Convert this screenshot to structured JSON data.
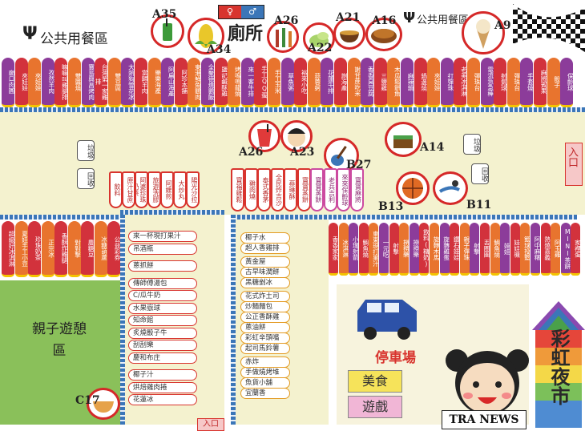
{
  "header": {
    "public_dining_left": "公共用餐區",
    "public_dining_right": "公共用餐區",
    "restroom": "廁所"
  },
  "codes": {
    "a35": "A35",
    "a34": "A34",
    "a26_top": "A26",
    "a22": "A22",
    "a21": "A21",
    "a16": "A16",
    "a9": "A9",
    "a26_mid": "A26",
    "a23": "A23",
    "b27": "B27",
    "a14": "A14",
    "b13": "B13",
    "b11": "B11",
    "c17": "C17"
  },
  "entrances": {
    "right": "入口",
    "bottom": "入口"
  },
  "bins": [
    {
      "id": "bin-left-trash",
      "label": "垃圾"
    },
    {
      "id": "bin-left-recycle",
      "label": "回收"
    },
    {
      "id": "bin-right-trash",
      "label": "垃圾"
    },
    {
      "id": "bin-right-recycle",
      "label": "回收"
    }
  ],
  "top_row": [
    "廟口肉圓",
    "夾娃娃",
    "夾娃娃",
    "孜然羊肉",
    "嘛嘛叫雞腿排",
    "雙醬燒",
    "寶島興昌烤肉",
    "台灣第一家雞排",
    "雙豆腐",
    "大熱狗雪花冰",
    "當歸羊肉",
    "樂樂海產",
    "阿扁山海產",
    "阿珍本舖",
    "東港鮮魚鵝肉",
    "全聚德燒鵝飯",
    "鹽記鹹酥雞",
    "烤嗚嗚龍燒",
    "來一客牛排",
    "手工QQ蛋",
    "手工玉米",
    "草魚粥",
    "裕來小吃",
    "蒜蓉蚵",
    "花蓮牛排",
    "謝海產",
    "謝甘蔗吃米",
    "香香臭豆腐",
    "三鹽雞",
    "木瓜鬆餅魚",
    "麻辣鍋",
    "鍋邊燒",
    "夾娃娃",
    "打彈珠",
    "老美冰淇淋",
    "彈珠台",
    "電流急急棒",
    "射氣球",
    "彈珠台",
    "手套燒",
    "麻將賓果",
    "骰子",
    "保齡球"
  ],
  "center_left_row": [
    "飲料",
    "原汁甘蔗",
    "阿婆珍珠奶茶",
    "旅遊洗膠",
    "阿嬤煎",
    "大炒丸",
    "陽光沙拉"
  ],
  "center_mid_row": [
    "寶福雞鬆",
    "雞肉燒",
    "泰式香茅",
    "全民炸吉沙",
    "蔡琳酥",
    "寶寶蒸餅",
    "寶寶蒸餅",
    "老兵吉利",
    "來來保齡球",
    "寶寶麻將"
  ],
  "left_block_row": [
    "超級好冰淇淋",
    "夏娃手工小豆",
    "珍珠奶茶",
    "正宗冰",
    "香酥炸雞腿",
    "對對擊",
    "農糖豆",
    "冰糖葫蘆",
    "公益彩券"
  ],
  "left_list": [
    "來一杯現打果汁",
    "吊酒瓶",
    "",
    "蔥抓餅",
    "",
    "傳師傅湯包",
    "C/瓜牛奶",
    "水果嶽球",
    "知命館",
    "炙燒骰子牛",
    "刮刮樂",
    "慶和布庄",
    "",
    "椰子汁",
    "烘焙雞肉捲",
    "花蓮冰"
  ],
  "right_list": [
    "椰子水",
    "超人香雞排",
    "",
    "黃金屋",
    "古早味潤餅",
    "黑糖剉冰",
    "",
    "花式炸土司",
    "炒麵麵包",
    "公正香酥雞",
    "蔥油餅",
    "彩虹辛頭嘴",
    "起司馬鈴薯",
    "",
    "赤炸",
    "手做燒烤堆",
    "魚貨小舖",
    "宜蘭香"
  ],
  "center_bottom_row": [
    "香香家家",
    "冰淇淋",
    "小瑞射箭",
    "鯛魚燒",
    "東東現打果汁",
    "一元吃",
    "射撃",
    "撈撈樂",
    "撈撈樂",
    "飲料(糖奶)",
    "旋轉木馬",
    "旋轉雞蛋",
    "鑽石娃娃",
    "親子彈珠",
    "射撃",
    "丟圈圈",
    "鯛魚燒",
    "娃娃",
    "娃娃機",
    "籃球投籃",
    "阿中麻糬",
    "熱燒嘉義",
    "阿玉雞",
    "MINI茶餅",
    "家裡蛋"
  ],
  "legend": {
    "parking": "停車場",
    "food": "美食",
    "game": "遊戲"
  },
  "kids_area": "親子遊憩區",
  "night_market": "彩虹夜市",
  "logo_text": "TRA NEWS",
  "colors": {
    "plaza": "#f4f2cf",
    "grass": "#8ac05a",
    "lantern_purple": "#8c3c9a",
    "lantern_red": "#d2323c",
    "lantern_orange": "#e8742e",
    "fence": "#3b76b8",
    "circle_border": "#d52828"
  },
  "icons": {
    "drink": "drink-icon",
    "corn": "corn-icon",
    "skewer": "skewer-icon",
    "bun": "bun-icon",
    "soup": "soup-icon",
    "pie": "pie-icon",
    "icecream": "icecream-icon",
    "juice": "juice-icon",
    "face": "face-icon",
    "guitar": "guitar-icon",
    "cake": "cake-icon",
    "ball": "basketball-icon",
    "swimmer": "swimmer-icon",
    "bowl": "bowl-icon",
    "car": "car-icon",
    "girl": "girl-icon"
  }
}
